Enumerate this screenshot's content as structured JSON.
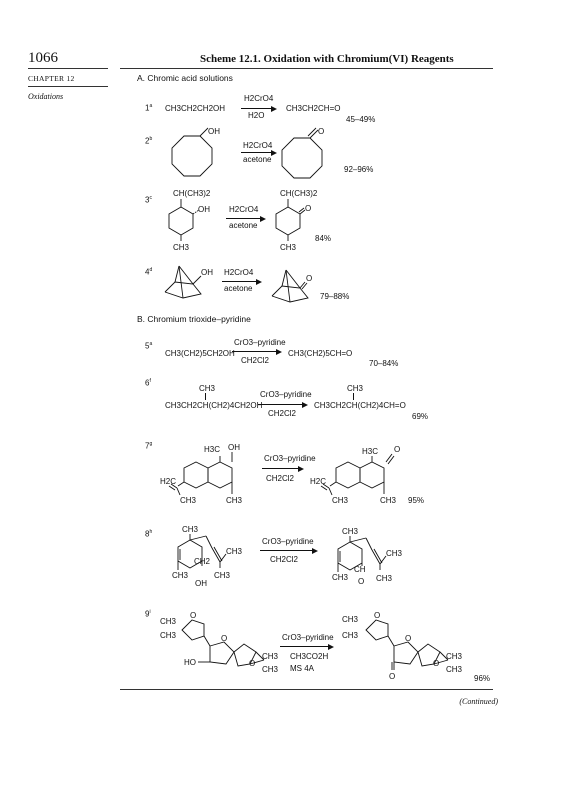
{
  "header": {
    "page_number": "1066",
    "title": "Scheme 12.1. Oxidation with Chromium(VI) Reagents",
    "chapter": "CHAPTER 12",
    "chapter_topic": "Oxidations"
  },
  "sections": {
    "a": "A. Chromic acid solutions",
    "b": "B. Chromium trioxide–pyridine"
  },
  "reactions": {
    "r1": {
      "num": "1",
      "ref": "a",
      "reactant": "CH3CH2CH2OH",
      "reagent_top": "H2CrO4",
      "reagent_bottom": "H2O",
      "product": "CH3CH2CH=O",
      "yield": "45–49%"
    },
    "r2": {
      "num": "2",
      "ref": "b",
      "oh": "OH",
      "reagent_top": "H2CrO4",
      "reagent_bottom": "acetone",
      "o": "O",
      "yield": "92–96%"
    },
    "r3": {
      "num": "3",
      "ref": "c",
      "sub": "CH(CH3)2",
      "oh": "OH",
      "ch3": "CH3",
      "reagent_top": "H2CrO4",
      "reagent_bottom": "acetone",
      "p_sub": "CH(CH3)2",
      "p_o": "O",
      "p_ch3": "CH3",
      "yield": "84%"
    },
    "r4": {
      "num": "4",
      "ref": "d",
      "oh": "OH",
      "reagent_top": "H2CrO4",
      "reagent_bottom": "acetone",
      "o": "O",
      "yield": "79–88%"
    },
    "r5": {
      "num": "5",
      "ref": "a",
      "reactant": "CH3(CH2)5CH2OH",
      "reagent_top": "CrO3–pyridine",
      "reagent_bottom": "CH2Cl2",
      "product": "CH3(CH2)5CH=O",
      "yield": "70–84%"
    },
    "r6": {
      "num": "6",
      "ref": "f",
      "ch3": "CH3",
      "reactant": "CH3CH2CH(CH2)4CH2OH",
      "reagent_top": "CrO3–pyridine",
      "reagent_bottom": "CH2Cl2",
      "p_ch3": "CH3",
      "product": "CH3CH2CH(CH2)4CH=O",
      "yield": "69%"
    },
    "r7": {
      "num": "7",
      "ref": "g",
      "h3c": "H3C",
      "oh": "OH",
      "h2c": "H2C",
      "ch3a": "CH3",
      "ch3b": "CH3",
      "reagent_top": "CrO3–pyridine",
      "reagent_bottom": "CH2Cl2",
      "p_h3c": "H3C",
      "p_o": "O",
      "p_h2c": "H2C",
      "p_ch3a": "CH3",
      "p_ch3b": "CH3",
      "yield": "95%"
    },
    "r8": {
      "num": "8",
      "ref": "h",
      "ch3": "CH3",
      "ch2": "CH2",
      "ch3b": "CH3",
      "ch3c": "CH3",
      "oh": "OH",
      "ch3d": "CH3",
      "reagent_top": "CrO3–pyridine",
      "reagent_bottom": "CH2Cl2",
      "p_ch3": "CH3",
      "p_ch3b": "CH3",
      "p_ch3c": "CH3",
      "p_ch": "CH",
      "p_o": "O",
      "p_ch3d": "CH3"
    },
    "r9": {
      "num": "9",
      "ref": "i",
      "ch3a": "CH3",
      "ch3b": "CH3",
      "o": "O",
      "ho": "HO",
      "ch3c": "CH3",
      "ch3d": "CH3",
      "reagent_1": "CrO3–pyridine",
      "reagent_2": "CH3CO2H",
      "reagent_3": "MS 4A",
      "p_ch3a": "CH3",
      "p_ch3b": "CH3",
      "p_o": "O",
      "p_ch3c": "CH3",
      "p_ch3d": "CH3",
      "yield": "96%"
    }
  },
  "footer": {
    "continued": "(Continued)"
  }
}
